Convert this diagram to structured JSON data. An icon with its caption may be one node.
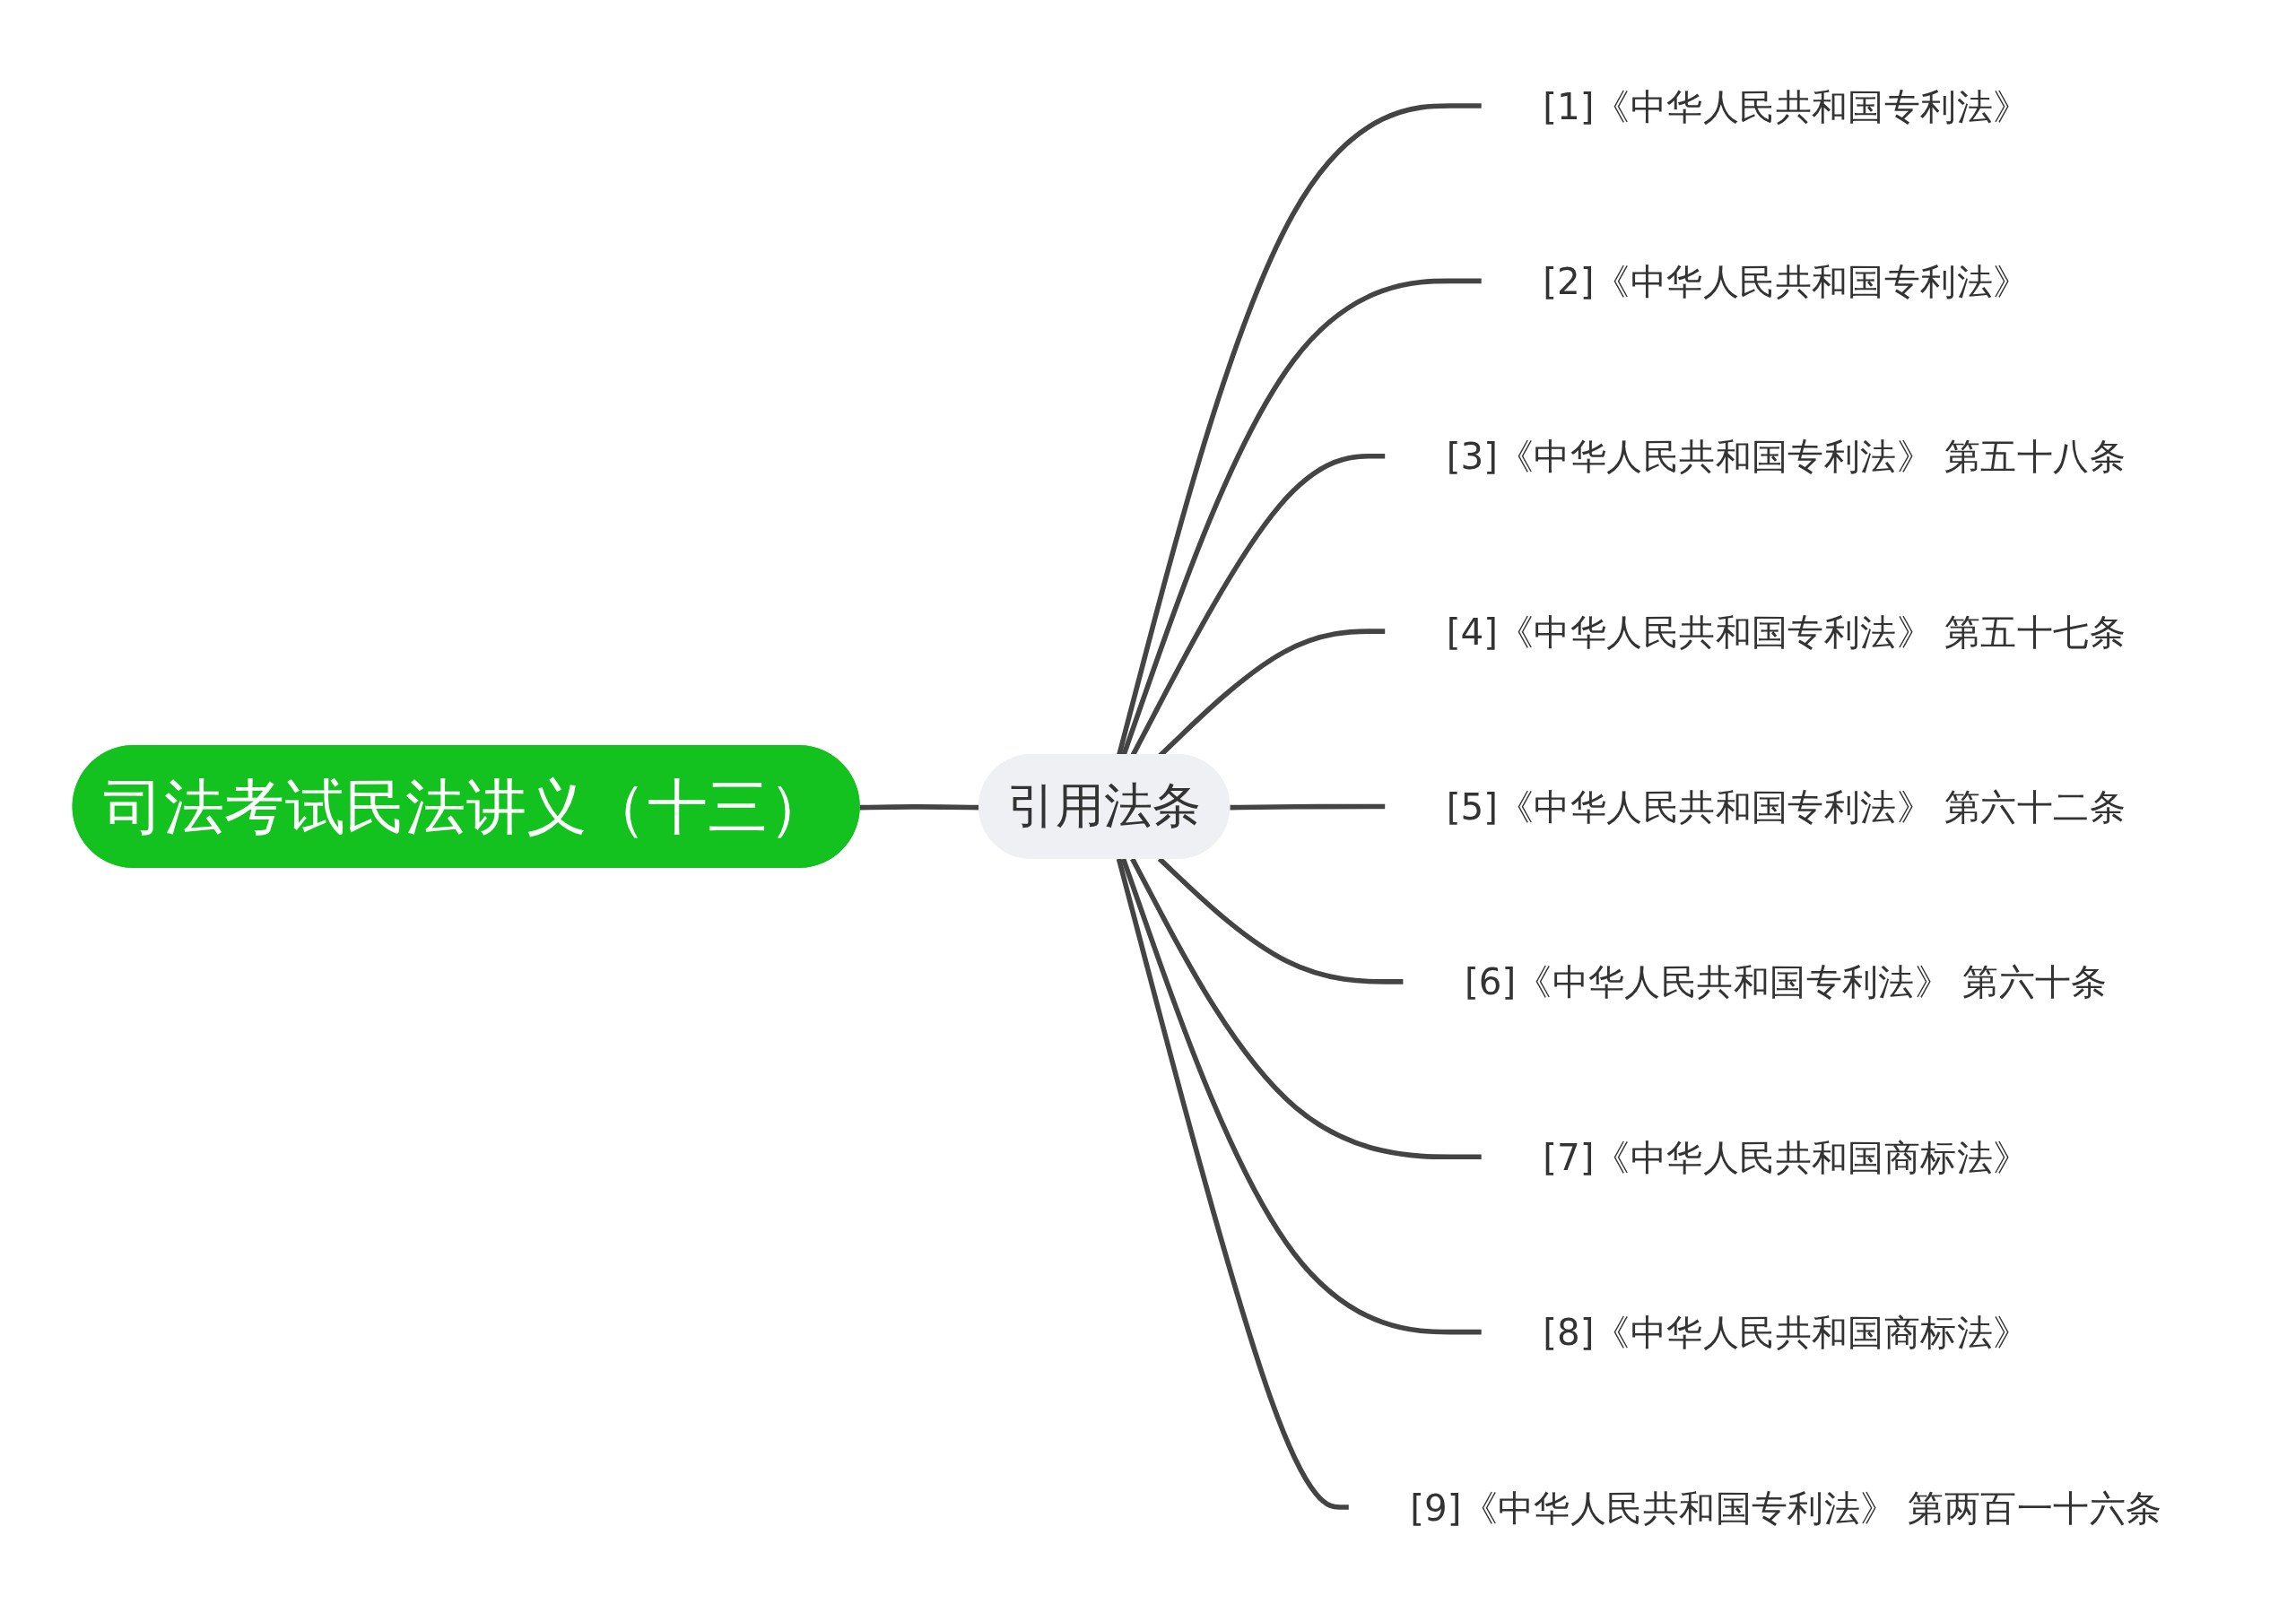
{
  "diagram": {
    "nodes": [
      {
        "text": [
          "司法考试民法讲义（十三）"
        ]
      },
      {
        "text": [
          "引用法条"
        ]
      },
      {
        "text": [
          "[1]《中华人民共和国专利法》"
        ]
      },
      {
        "text": [
          "[2]《中华人民共和国专利法》"
        ]
      },
      {
        "text": [
          "[3]《中华人民共和国专利法》 第五十八条"
        ]
      },
      {
        "text": [
          "[4]《中华人民共和国专利法》 第五十七条"
        ]
      },
      {
        "text": [
          "[5]《中华人民共和国专利法》 第六十二条"
        ]
      },
      {
        "text": [
          "[6]《中华人民共和国专利法》 第六十条"
        ]
      },
      {
        "text": [
          "[7]《中华人民共和国商标法》"
        ]
      },
      {
        "text": [
          "[8]《中华人民共和国商标法》"
        ]
      },
      {
        "text": [
          "[9]《中华人民共和国专利法》 第两百一十六条"
        ]
      }
    ],
    "edges": [
      {
        "from": 0,
        "to": 1,
        "arrow": "none"
      },
      {
        "from": 1,
        "to": 2,
        "arrow": "none"
      },
      {
        "from": 1,
        "to": 3,
        "arrow": "none"
      },
      {
        "from": 1,
        "to": 4,
        "arrow": "none"
      },
      {
        "from": 1,
        "to": 5,
        "arrow": "none"
      },
      {
        "from": 1,
        "to": 6,
        "arrow": "none"
      },
      {
        "from": 1,
        "to": 7,
        "arrow": "none"
      },
      {
        "from": 1,
        "to": 8,
        "arrow": "none"
      },
      {
        "from": 1,
        "to": 9,
        "arrow": "none"
      },
      {
        "from": 1,
        "to": 10,
        "arrow": "none"
      }
    ]
  }
}
